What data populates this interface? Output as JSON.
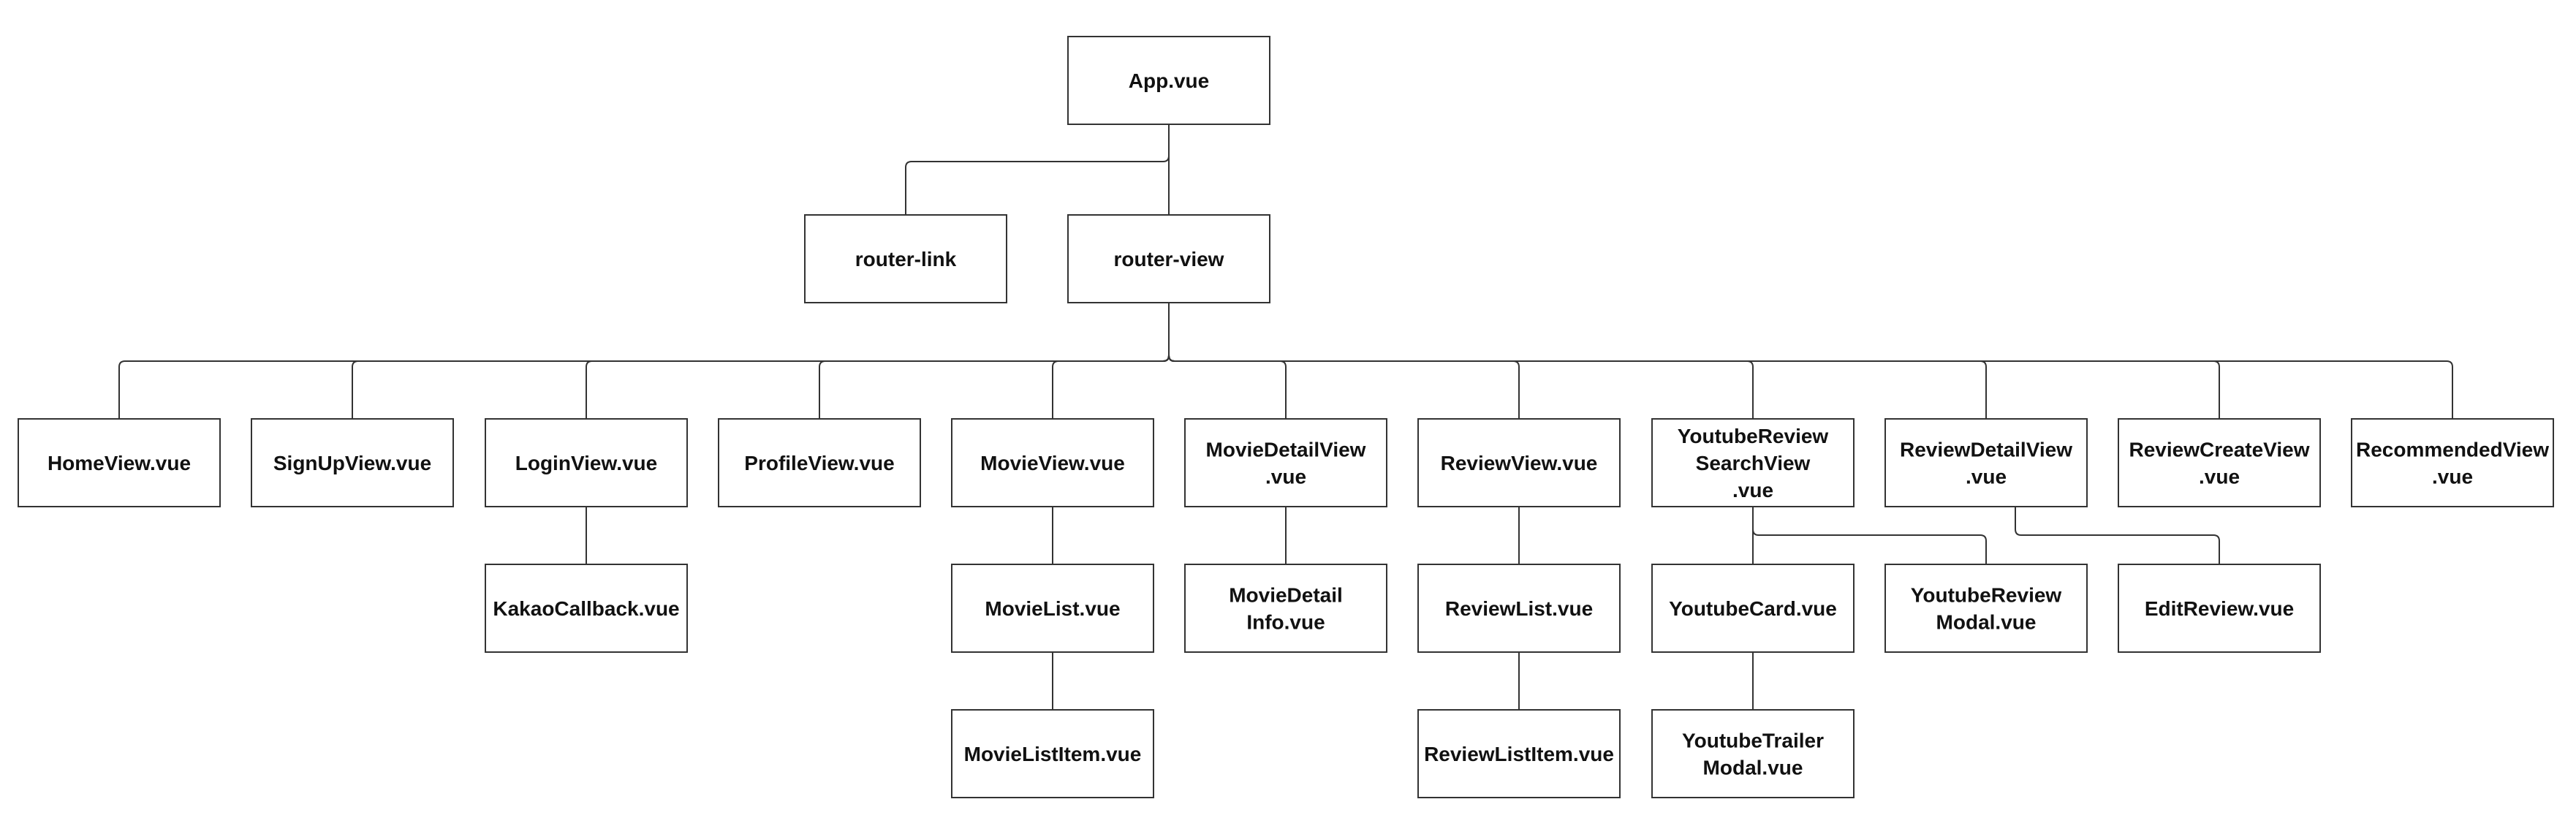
{
  "diagram": {
    "type": "component-tree",
    "nodes": [
      {
        "id": "app",
        "lines": [
          "App.vue"
        ]
      },
      {
        "id": "router_link",
        "lines": [
          "router-link"
        ]
      },
      {
        "id": "router_view",
        "lines": [
          "router-view"
        ]
      },
      {
        "id": "home_view",
        "lines": [
          "HomeView.vue"
        ]
      },
      {
        "id": "signup_view",
        "lines": [
          "SignUpView.vue"
        ]
      },
      {
        "id": "login_view",
        "lines": [
          "LoginView.vue"
        ]
      },
      {
        "id": "profile_view",
        "lines": [
          "ProfileView.vue"
        ]
      },
      {
        "id": "movie_view",
        "lines": [
          "MovieView.vue"
        ]
      },
      {
        "id": "movie_detail_view",
        "lines": [
          "MovieDetailView",
          ".vue"
        ]
      },
      {
        "id": "review_view",
        "lines": [
          "ReviewView.vue"
        ]
      },
      {
        "id": "youtube_review_search_view",
        "lines": [
          "YoutubeReview",
          "SearchView",
          ".vue"
        ]
      },
      {
        "id": "review_detail_view",
        "lines": [
          "ReviewDetailView",
          ".vue"
        ]
      },
      {
        "id": "review_create_view",
        "lines": [
          "ReviewCreateView",
          ".vue"
        ]
      },
      {
        "id": "recommended_view",
        "lines": [
          "RecommendedView",
          ".vue"
        ]
      },
      {
        "id": "kakao_callback",
        "lines": [
          "KakaoCallback.vue"
        ]
      },
      {
        "id": "movie_list",
        "lines": [
          "MovieList.vue"
        ]
      },
      {
        "id": "movie_detail_info",
        "lines": [
          "MovieDetail",
          "Info.vue"
        ]
      },
      {
        "id": "review_list",
        "lines": [
          "ReviewList.vue"
        ]
      },
      {
        "id": "youtube_card",
        "lines": [
          "YoutubeCard.vue"
        ]
      },
      {
        "id": "youtube_review_modal",
        "lines": [
          "YoutubeReview",
          "Modal.vue"
        ]
      },
      {
        "id": "edit_review",
        "lines": [
          "EditReview.vue"
        ]
      },
      {
        "id": "movie_list_item",
        "lines": [
          "MovieListItem.vue"
        ]
      },
      {
        "id": "review_list_item",
        "lines": [
          "ReviewListItem.vue"
        ]
      },
      {
        "id": "youtube_trailer_modal",
        "lines": [
          "YoutubeTrailer",
          "Modal.vue"
        ]
      }
    ],
    "edges": [
      {
        "from": "app",
        "to": "router_link"
      },
      {
        "from": "app",
        "to": "router_view"
      },
      {
        "from": "router_view",
        "to": "home_view"
      },
      {
        "from": "router_view",
        "to": "signup_view"
      },
      {
        "from": "router_view",
        "to": "login_view"
      },
      {
        "from": "router_view",
        "to": "profile_view"
      },
      {
        "from": "router_view",
        "to": "movie_view"
      },
      {
        "from": "router_view",
        "to": "movie_detail_view"
      },
      {
        "from": "router_view",
        "to": "review_view"
      },
      {
        "from": "router_view",
        "to": "youtube_review_search_view"
      },
      {
        "from": "router_view",
        "to": "review_detail_view"
      },
      {
        "from": "router_view",
        "to": "review_create_view"
      },
      {
        "from": "router_view",
        "to": "recommended_view"
      },
      {
        "from": "login_view",
        "to": "kakao_callback"
      },
      {
        "from": "movie_view",
        "to": "movie_list"
      },
      {
        "from": "movie_list",
        "to": "movie_list_item"
      },
      {
        "from": "movie_detail_view",
        "to": "movie_detail_info"
      },
      {
        "from": "review_view",
        "to": "review_list"
      },
      {
        "from": "review_list",
        "to": "review_list_item"
      },
      {
        "from": "youtube_review_search_view",
        "to": "youtube_card"
      },
      {
        "from": "youtube_review_search_view",
        "to": "youtube_review_modal"
      },
      {
        "from": "youtube_card",
        "to": "youtube_trailer_modal"
      },
      {
        "from": "review_detail_view",
        "to": "edit_review"
      }
    ]
  },
  "colors": {
    "box_border": "#333333",
    "box_fill": "#ffffff",
    "line": "#333333",
    "text": "#111111",
    "background": "#ffffff"
  }
}
